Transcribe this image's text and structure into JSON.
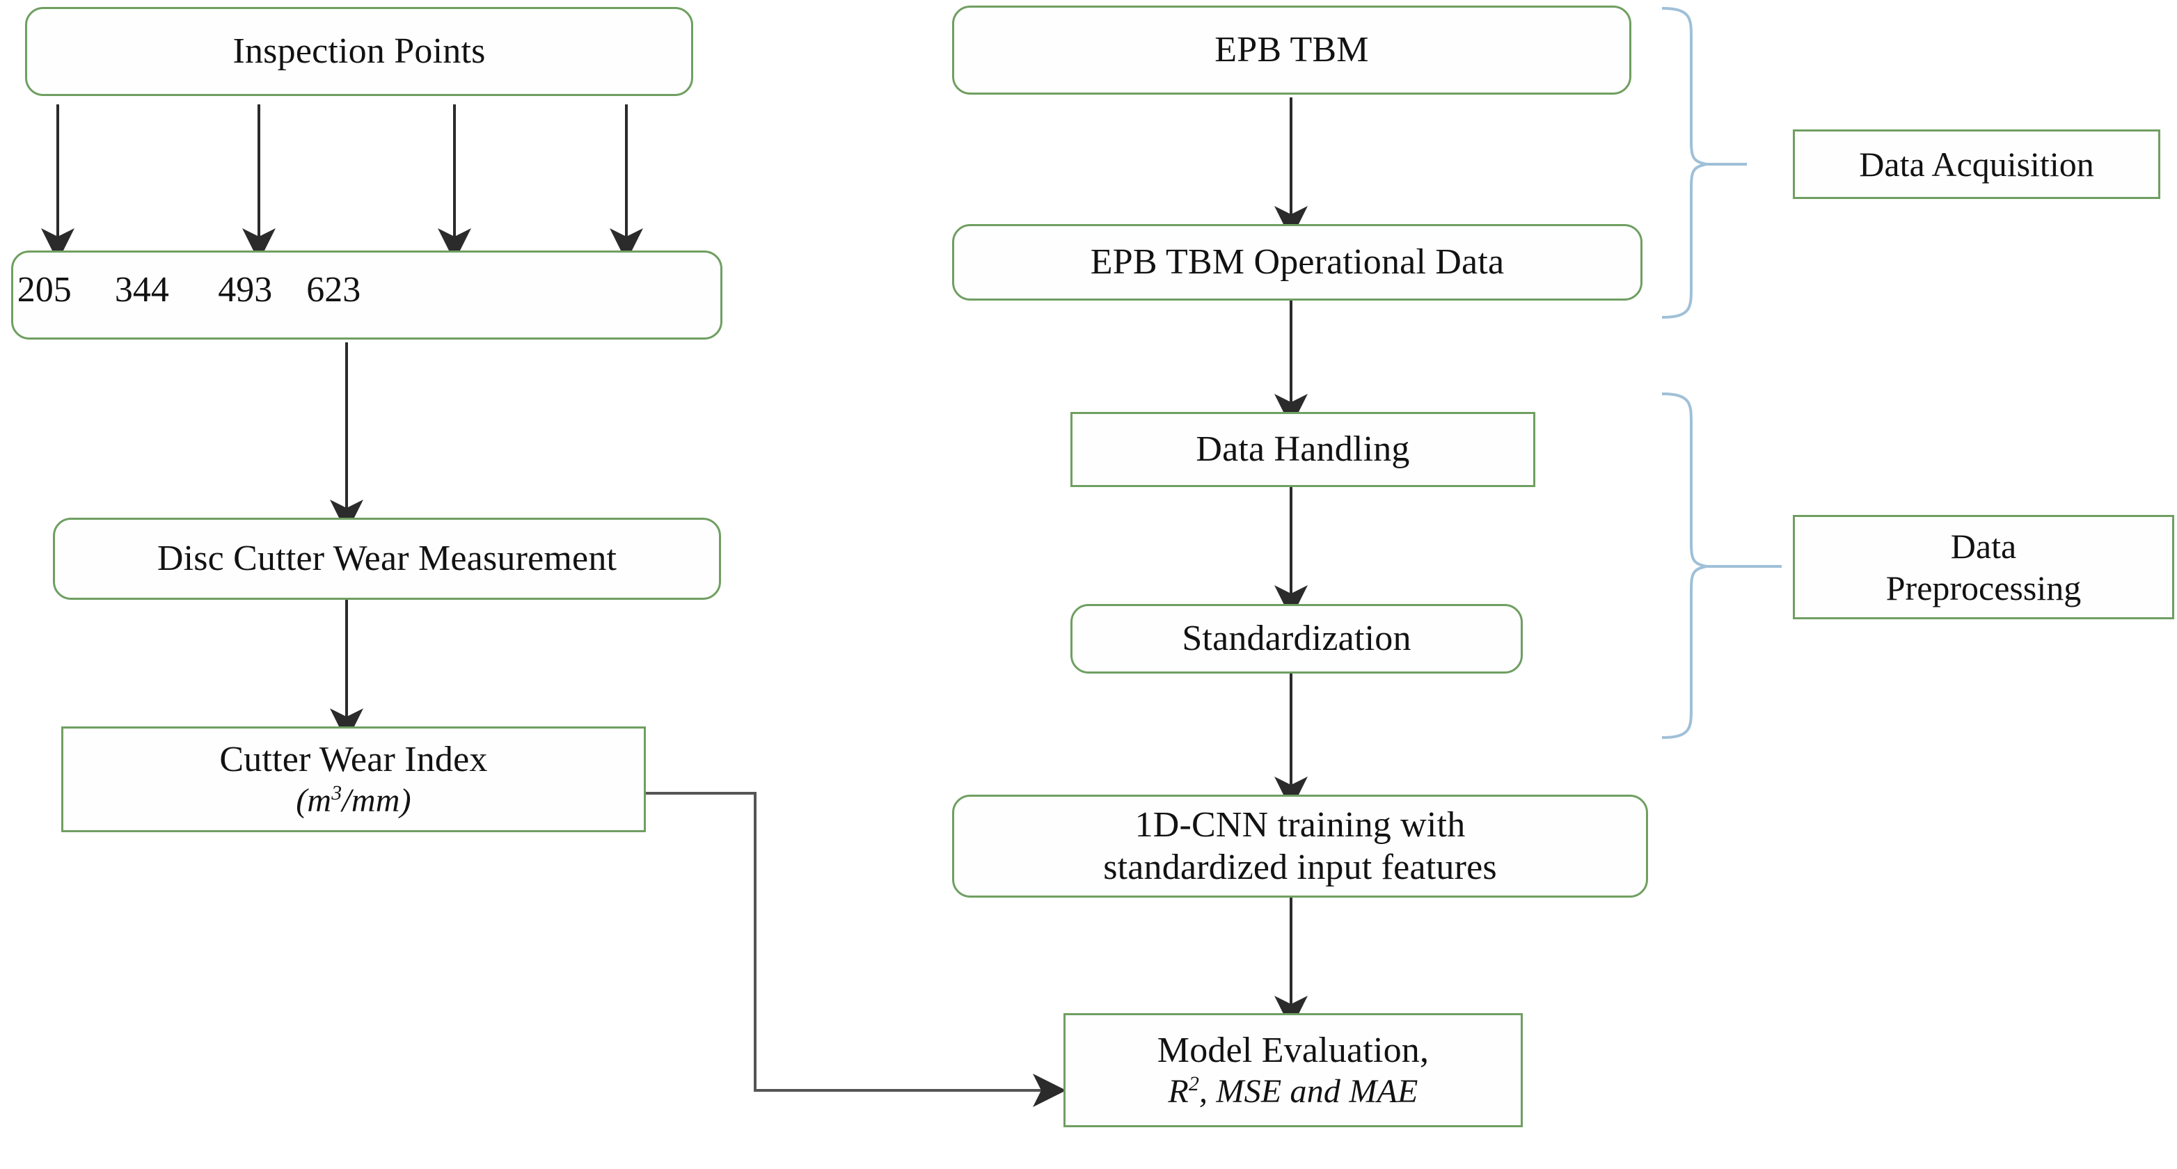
{
  "diagram": {
    "title": "EPB TBM disc cutter wear prediction workflow",
    "accent_color": "#6f9f61",
    "arrow_color": "#2b2b2b",
    "brace_color": "#9fc0d8",
    "background": "#ffffff"
  },
  "left_branch": {
    "inspection_points": "Inspection Points",
    "inspection_values": [
      "205",
      "344",
      "493",
      "623"
    ],
    "disc_cutter_wear_measurement": "Disc Cutter Wear Measurement",
    "cutter_wear_index": {
      "line1": "Cutter Wear Index",
      "line2_open": "(",
      "line2_unit_base": "m",
      "line2_unit_exp": "3",
      "line2_unit_rest": "/mm",
      "line2_close": ")",
      "plain": "Cutter Wear Index (m3/mm)"
    }
  },
  "right_branch": {
    "epb_tbm": "EPB TBM",
    "epb_tbm_operational_data": "EPB TBM Operational Data",
    "data_handling": "Data Handling",
    "standardization": "Standardization",
    "cnn_training": {
      "line1": "1D-CNN training with",
      "line2": "standardized input features",
      "plain": "1D-CNN training with standardized input features"
    },
    "model_evaluation": {
      "line1": "Model Evaluation,",
      "line2_r": "R",
      "line2_exp": "2",
      "line2_rest": ", MSE and MAE",
      "plain": "Model Evaluation, R2, MSE and MAE"
    }
  },
  "stage_labels": {
    "data_acquisition": "Data Acquisition",
    "data_preprocessing": {
      "line1": "Data",
      "line2": "Preprocessing",
      "plain": "Data Preprocessing"
    }
  },
  "icons": {
    "arrow_down": "arrow-down-icon",
    "arrow_right": "arrow-right-icon",
    "brace_right": "curly-brace-icon"
  }
}
